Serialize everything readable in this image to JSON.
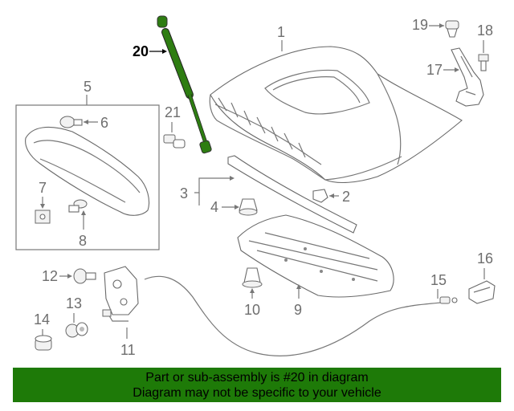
{
  "callouts": {
    "c1": "1",
    "c2": "2",
    "c3": "3",
    "c4": "4",
    "c5": "5",
    "c6": "6",
    "c7": "7",
    "c8": "8",
    "c9": "9",
    "c10": "10",
    "c11": "11",
    "c12": "12",
    "c13": "13",
    "c14": "14",
    "c15": "15",
    "c16": "16",
    "c17": "17",
    "c18": "18",
    "c19": "19",
    "c20": "20",
    "c21": "21"
  },
  "highlight_color": "#2e7d12",
  "banner": {
    "line1": "Part or sub-assembly is #20 in diagram",
    "line2": "Diagram may not be specific to your vehicle",
    "background": "#1e7a08"
  }
}
